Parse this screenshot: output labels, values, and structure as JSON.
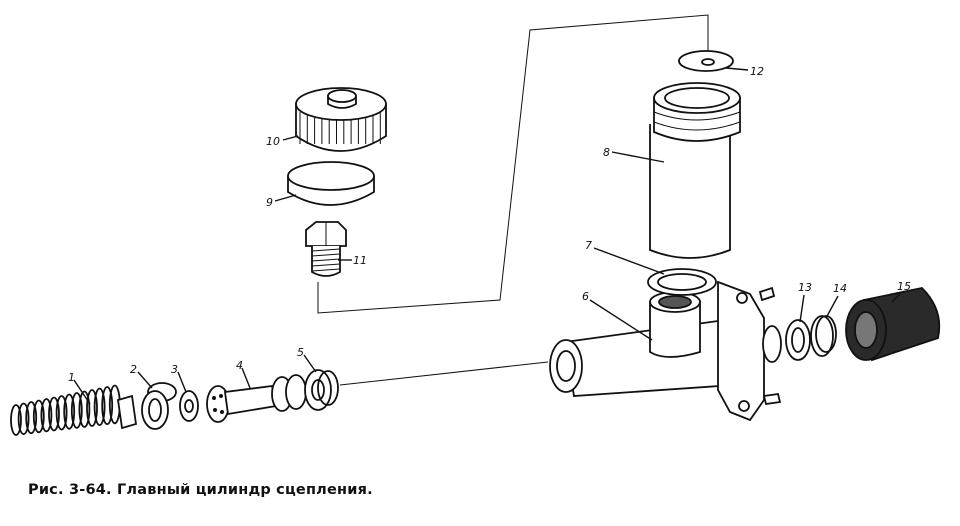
{
  "caption": "Рис. 3-64. Главный цилиндр сцепления.",
  "labels": [
    "1",
    "2",
    "3",
    "4",
    "5",
    "6",
    "7",
    "8",
    "9",
    "10",
    "11",
    "12",
    "13",
    "14",
    "15"
  ],
  "colors": {
    "ink": "#111111",
    "paper": "#ffffff",
    "shade": "#2a2a2a"
  }
}
